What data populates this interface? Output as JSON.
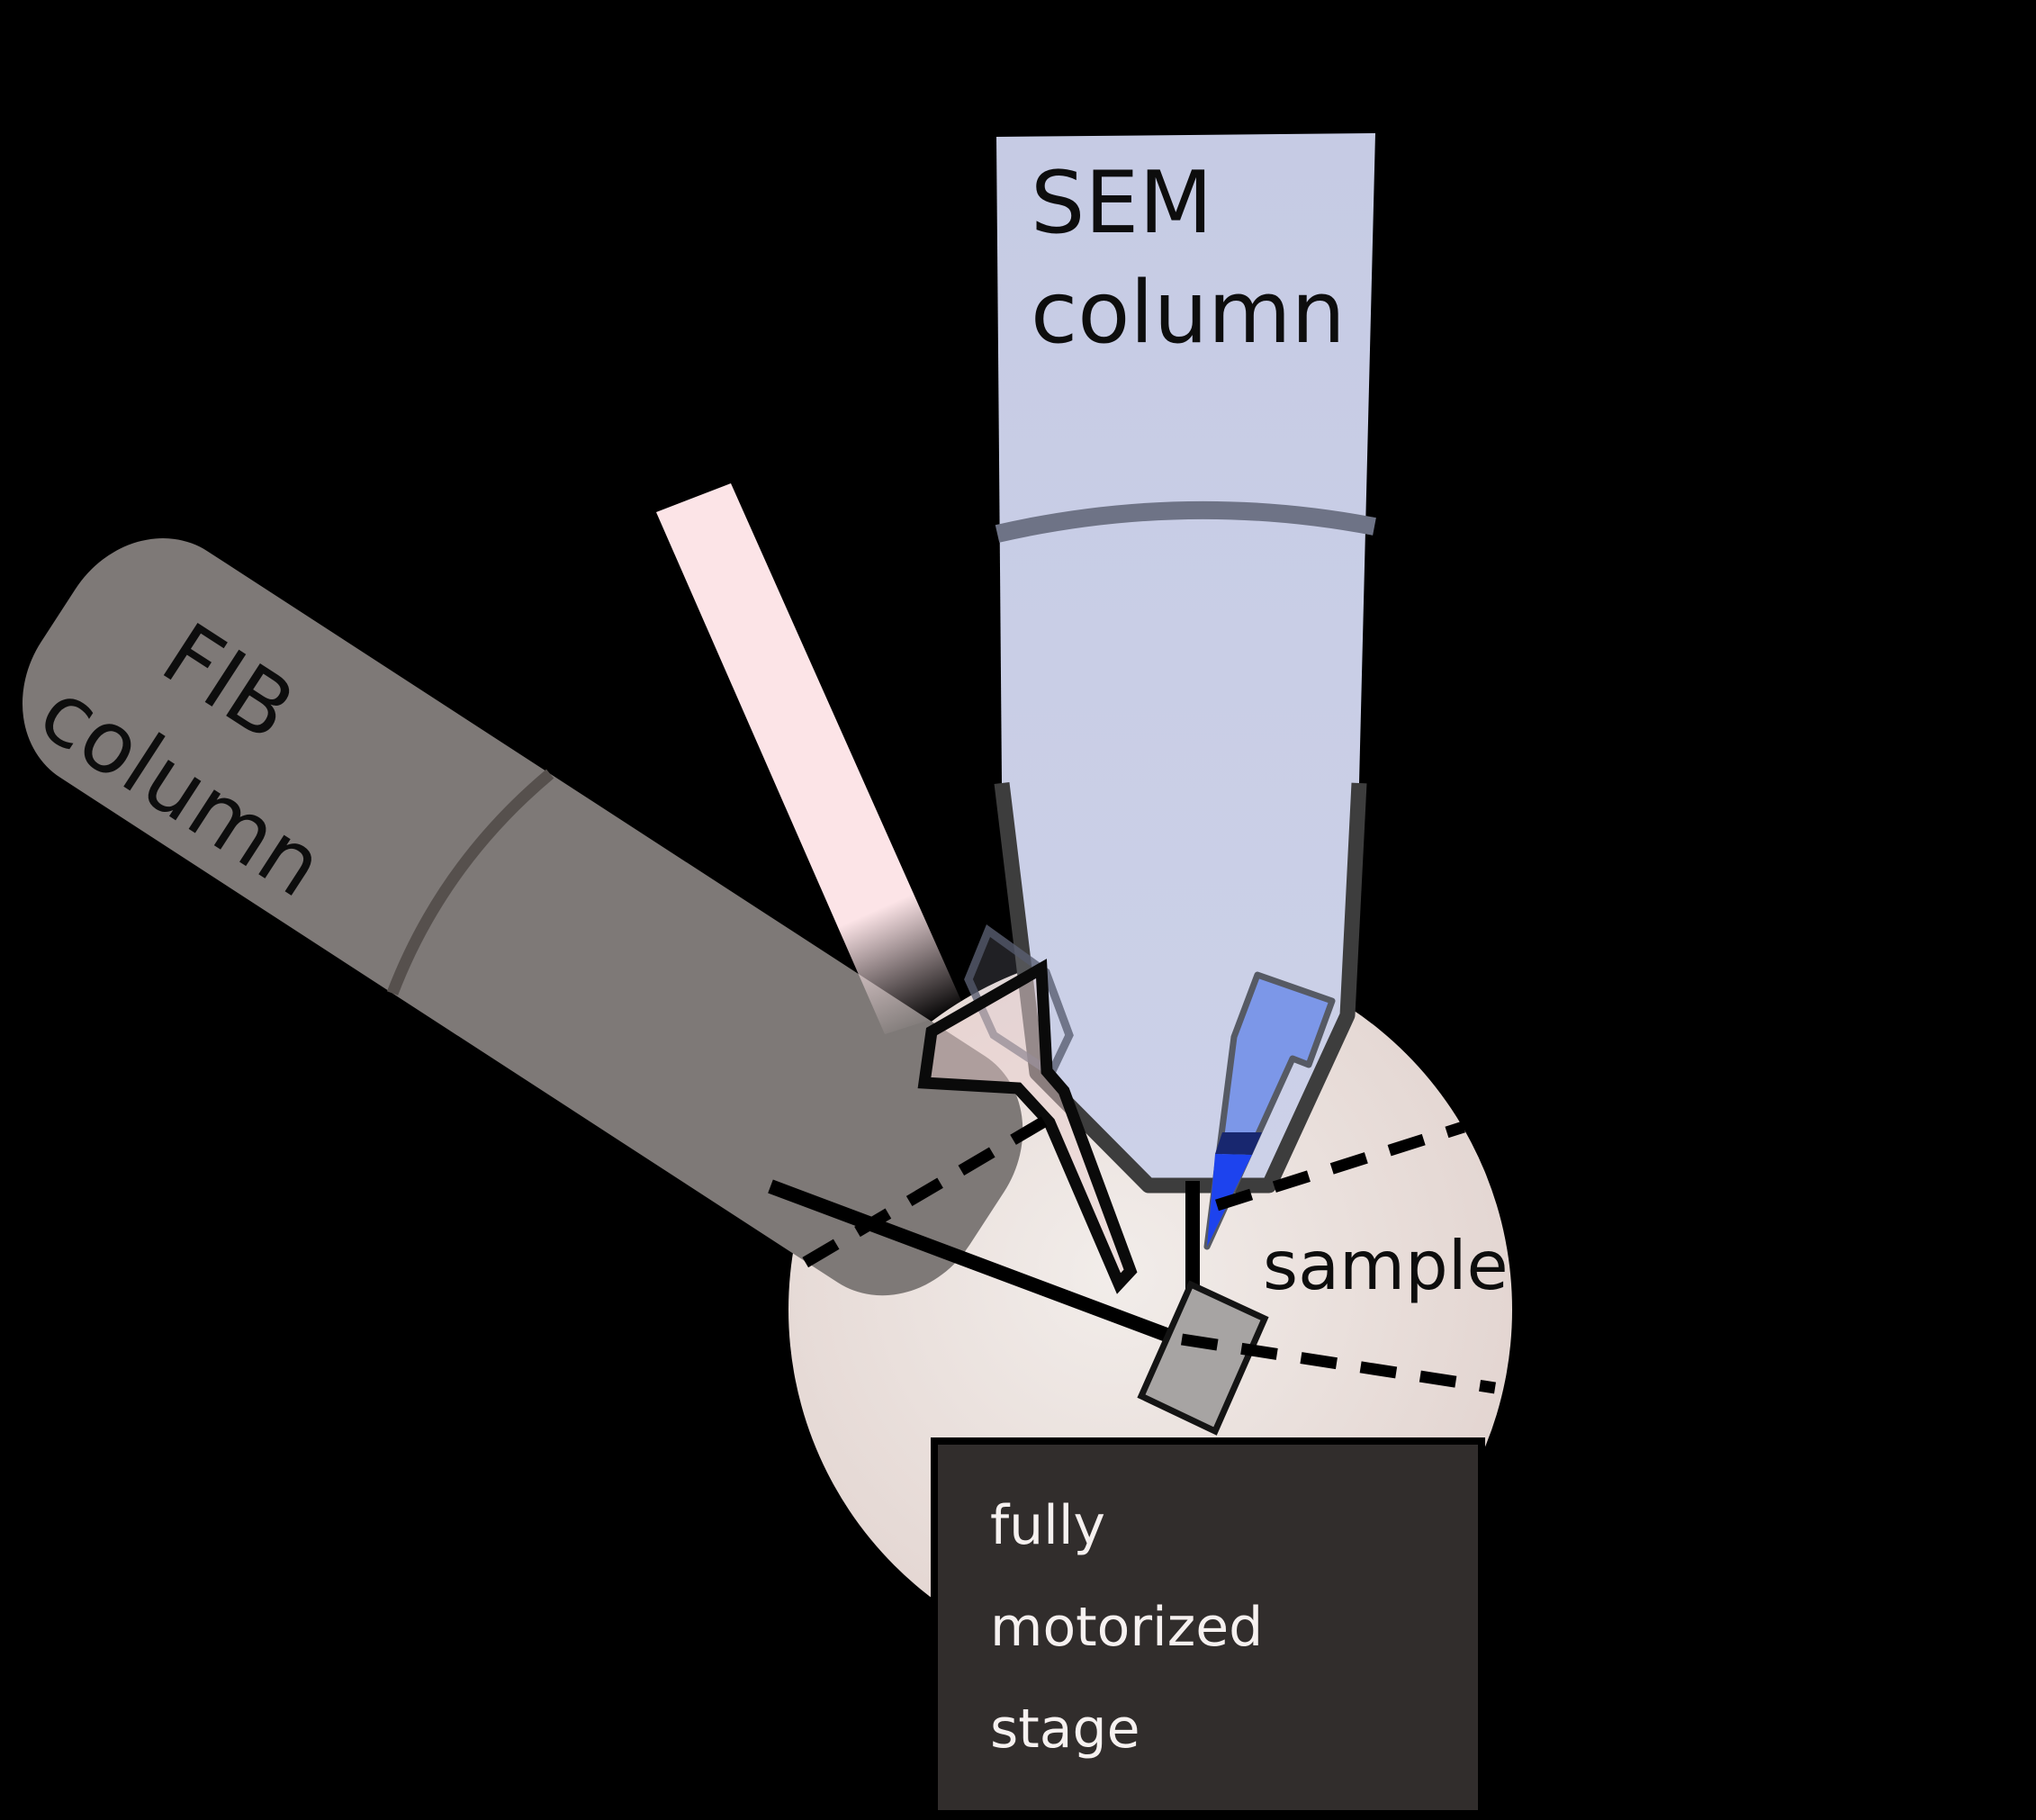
{
  "diagram": {
    "type": "FIB-SEM dual-beam microscope schematic",
    "labels": {
      "sem_line1": "SEM",
      "sem_line2": "column",
      "fib_line1": "FIB",
      "fib_line2": "column",
      "sample": "sample",
      "stage_line1": "fully",
      "stage_line2": "motorized",
      "stage_line3": "stage"
    },
    "colors": {
      "background": "#000000",
      "chamber_center": "#f2edea",
      "chamber_mid": "#e8ddd9",
      "chamber_edge": "#e2d4d0",
      "fib_fill": "#7e7977",
      "fib_joint": "#56504d",
      "pink_band": "#fce4e7",
      "sem_fill_top": "#c6cbe4",
      "sem_fill_bottom": "#ccd1e8",
      "sem_stroke": "#3d3d3d",
      "sem_joint": "#6e7386",
      "diamond_stroke": "#5a5f72",
      "diamond_fill": "rgba(200,206,224,0.2)",
      "bracket_stroke": "#0a0a0a",
      "bracket_fill": "rgba(233,203,204,0.45)",
      "needle_blue": "#7c97e8",
      "needle_stroke": "#565a64",
      "needle_navy": "#18276f",
      "needle_tip": "#1d43ee",
      "beam": "#000000",
      "dashed_line": "#000000",
      "holder_fill": "#a7a4a3",
      "holder_stroke": "#141414",
      "stage_fill": "#312d2c",
      "stage_stroke": "#000000",
      "stage_text": "#f6f1f0",
      "label_text": "#0d0d0d"
    }
  }
}
